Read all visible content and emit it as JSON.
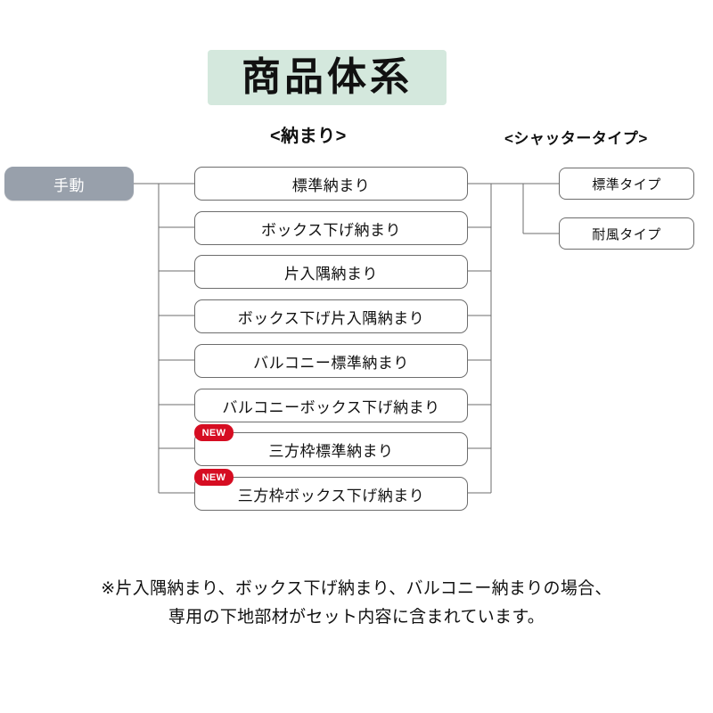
{
  "title": {
    "text": "商品体系"
  },
  "columns": {
    "osamari_header": "<納まり>",
    "shutter_header": "<シャッタータイプ>"
  },
  "root": {
    "label": "手動"
  },
  "osamari_nodes": [
    {
      "label": "標準納まり",
      "badge": ""
    },
    {
      "label": "ボックス下げ納まり",
      "badge": ""
    },
    {
      "label": "片入隅納まり",
      "badge": ""
    },
    {
      "label": "ボックス下げ片入隅納まり",
      "badge": ""
    },
    {
      "label": "バルコニー標準納まり",
      "badge": ""
    },
    {
      "label": "バルコニーボックス下げ納まり",
      "badge": ""
    },
    {
      "label": "三方枠標準納まり",
      "badge": "NEW"
    },
    {
      "label": "三方枠ボックス下げ納まり",
      "badge": "NEW"
    }
  ],
  "shutter_nodes": [
    {
      "label": "標準タイプ"
    },
    {
      "label": "耐風タイプ"
    }
  ],
  "footnote": {
    "line1": "※片入隅納まり、ボックス下げ納まり、バルコニー納まりの場合、",
    "line2": "専用の下地部材がセット内容に含まれています。"
  },
  "colors": {
    "title_background": "#d4e8dd",
    "root_background": "#98a0ab",
    "badge_background": "#d60d22",
    "box_border": "#6d6d6d",
    "wire": "#6d6d6d",
    "page_background": "#ffffff"
  }
}
